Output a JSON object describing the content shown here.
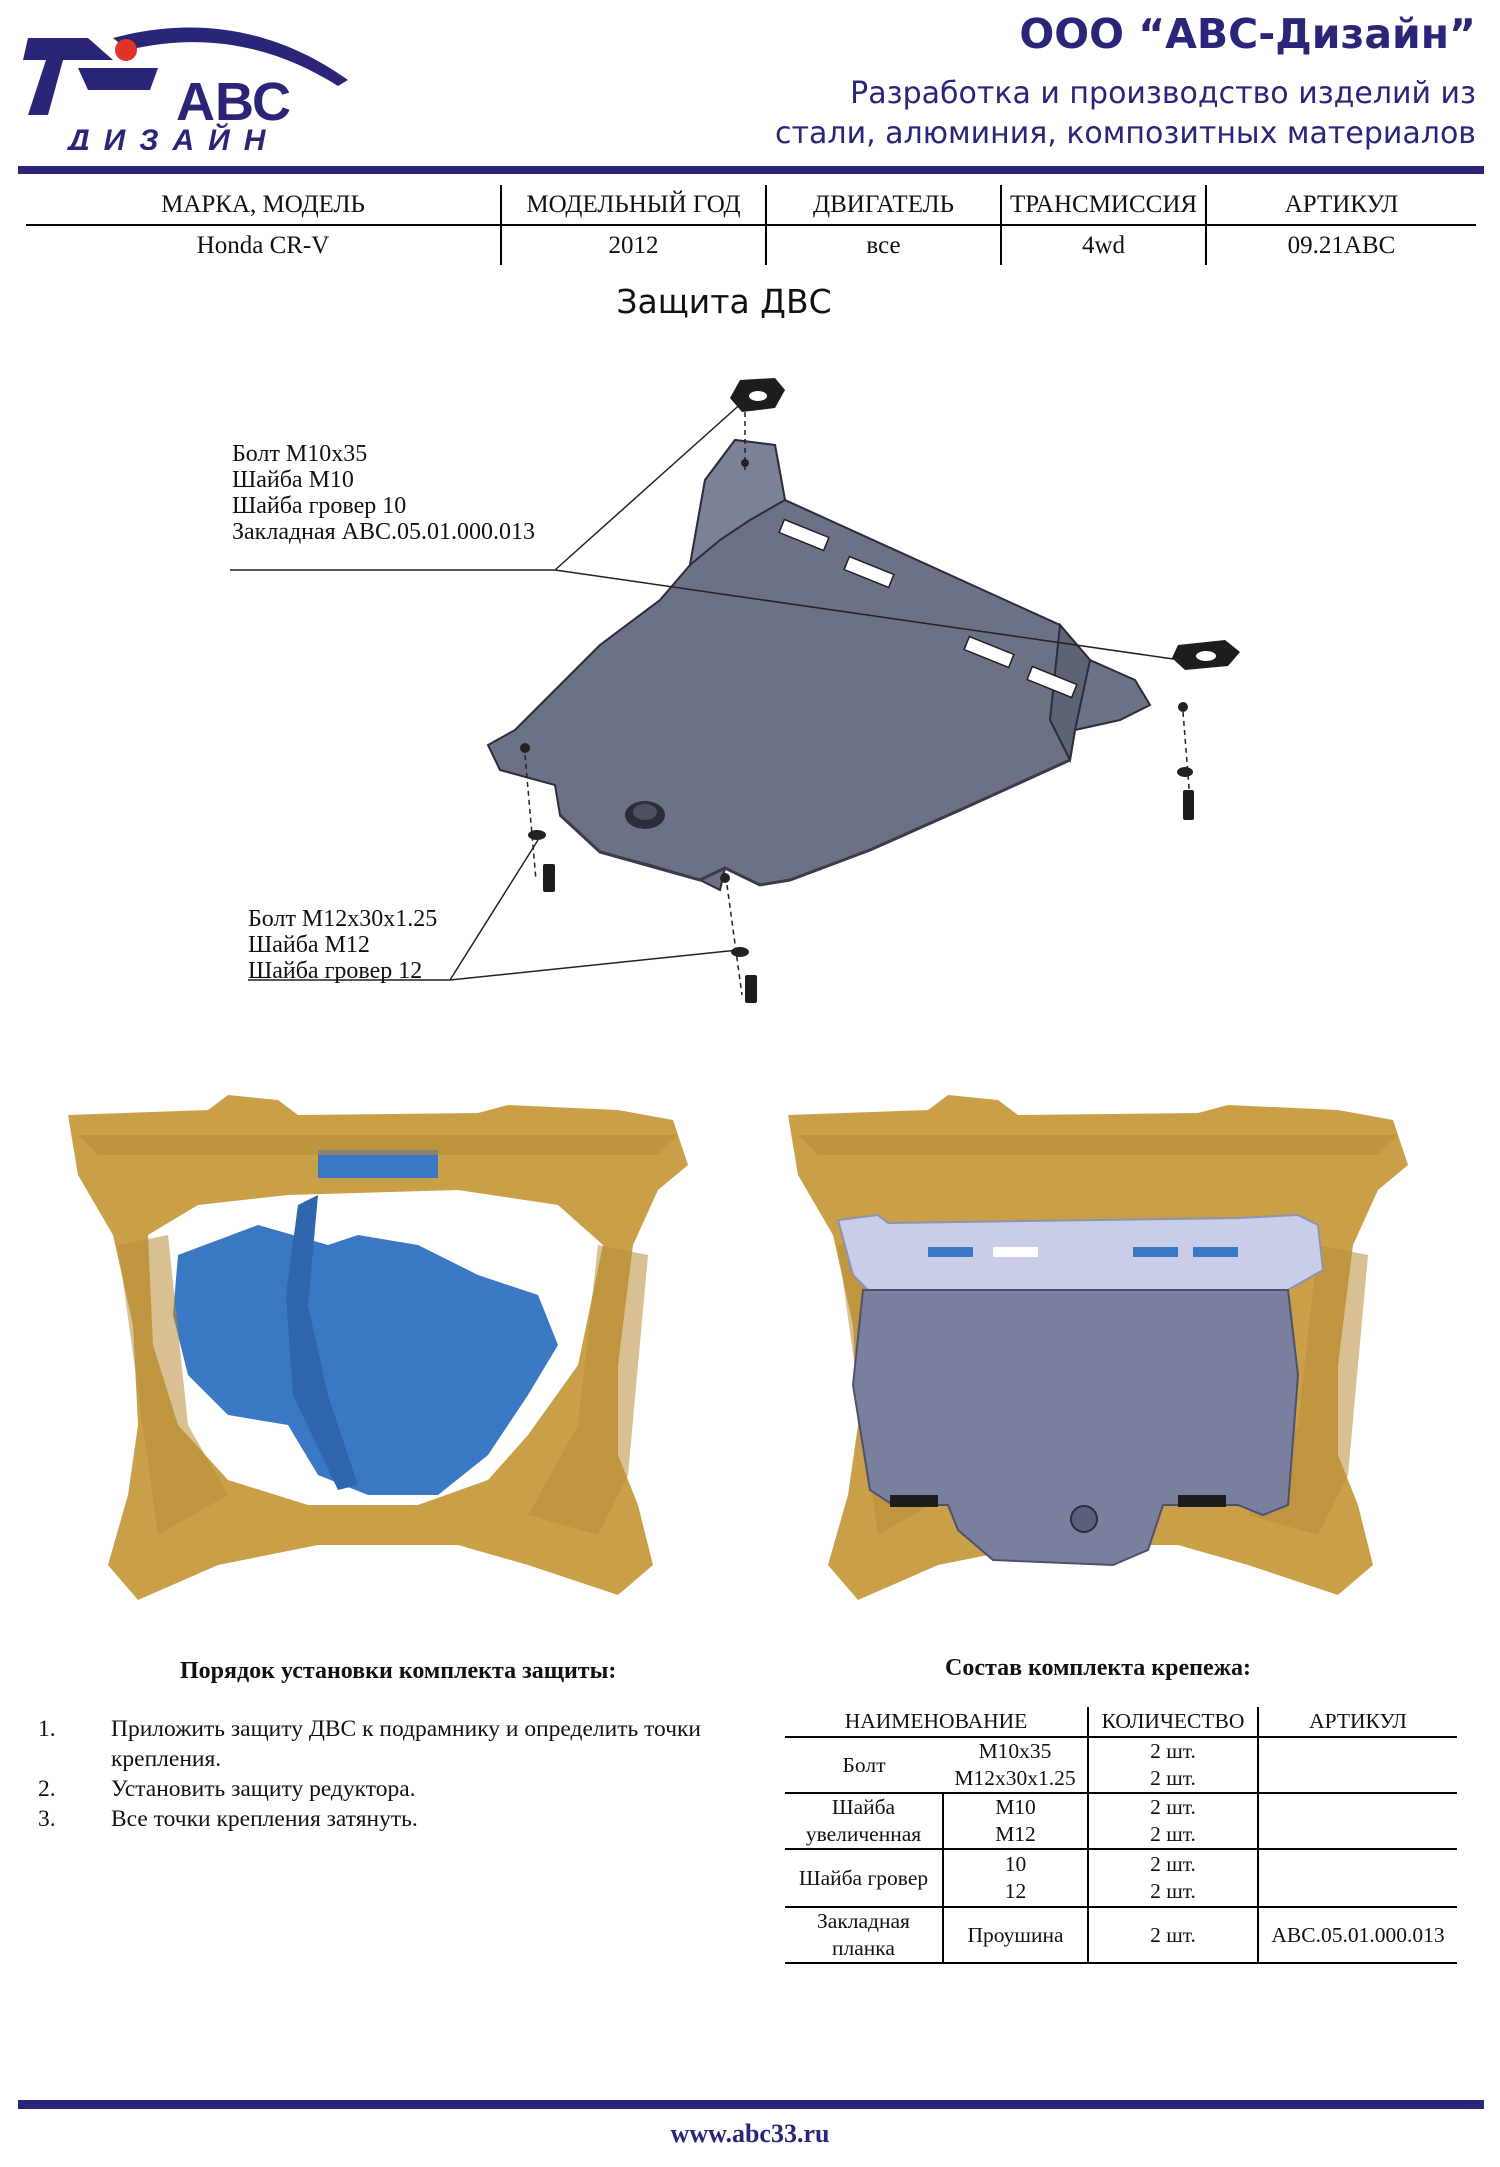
{
  "header": {
    "logo_text": "АВС",
    "logo_subtext": "ДИЗАЙН",
    "company": "ООО “АВС-Дизайн”",
    "tagline_line1": "Разработка и производство изделий из",
    "tagline_line2": "стали, алюминия, композитных материалов"
  },
  "spec_table": {
    "headers": [
      "МАРКА, МОДЕЛЬ",
      "МОДЕЛЬНЫЙ ГОД",
      "ДВИГАТЕЛЬ",
      "ТРАНСМИССИЯ",
      "АРТИКУЛ"
    ],
    "values": [
      "Honda CR-V",
      "2012",
      "все",
      "4wd",
      "09.21ABC"
    ]
  },
  "title": "Защита ДВС",
  "callouts": {
    "top": [
      "Болт М10х35",
      "Шайба М10",
      "Шайба гровер 10",
      "Закладная АВС.05.01.000.013"
    ],
    "bottom": [
      "Болт М12х30х1.25",
      "Шайба М12",
      "Шайба гровер 12"
    ]
  },
  "colors": {
    "brand": "#2a2578",
    "plate": "#6d7185",
    "frame": "#c9a048",
    "engine": "#3b78c4"
  },
  "installation": {
    "heading": "Порядок установки комплекта защиты:",
    "steps": [
      {
        "num": "1.",
        "line1": "Приложить защиту ДВС к подрамнику и определить точки",
        "line2": "крепления."
      },
      {
        "num": "2.",
        "line1": "Установить защиту редуктора.",
        "line2": ""
      },
      {
        "num": "3.",
        "line1": "Все точки крепления затянуть.",
        "line2": ""
      }
    ]
  },
  "kit": {
    "heading": "Состав комплекта крепежа:",
    "headers": [
      "НАИМЕНОВАНИЕ",
      "КОЛИЧЕСТВО",
      "АРТИКУЛ"
    ],
    "rows": [
      {
        "name1": "Болт",
        "name2": "",
        "size1": "М10х35",
        "size2": "М12х30х1.25",
        "qty1": "2 шт.",
        "qty2": "2 шт.",
        "article": ""
      },
      {
        "name1": "Шайба",
        "name2": "увеличенная",
        "size1": "М10",
        "size2": "М12",
        "qty1": "2 шт.",
        "qty2": "2 шт.",
        "article": ""
      },
      {
        "name1": "Шайба гровер",
        "name2": "",
        "size1": "10",
        "size2": "12",
        "qty1": "2 шт.",
        "qty2": "2 шт.",
        "article": ""
      },
      {
        "name1": "Закладная",
        "name2": "планка",
        "size1": "Проушина",
        "size2": "",
        "qty1": "2 шт.",
        "qty2": "",
        "article": "АВС.05.01.000.013"
      }
    ]
  },
  "footer": {
    "url": "www.abc33.ru"
  }
}
